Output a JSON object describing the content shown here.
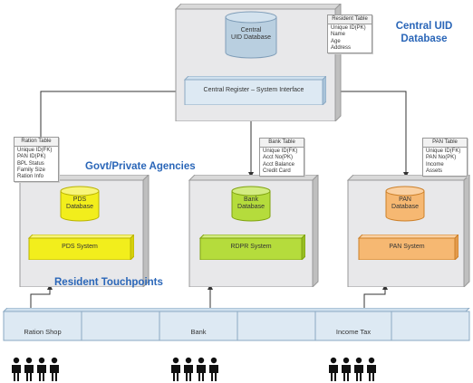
{
  "central": {
    "title": "Central UID\nDatabase",
    "db_label": "Central\nUID Database",
    "register_label": "Central Register – System Interface",
    "table": {
      "header": "Resident Table",
      "fields": [
        "Unique ID(PK)",
        "Name",
        "Age",
        "Address"
      ]
    }
  },
  "agencies_title": "Govt/Private Agencies",
  "agencies": [
    {
      "id": "pds",
      "db_label": "PDS\nDatabase",
      "system_label": "PDS System",
      "table": {
        "header": "Ration Table",
        "fields": [
          "Unique ID(FK)",
          "PAN ID(PK)",
          "BPL Status",
          "Family Size",
          "Ration Info"
        ]
      }
    },
    {
      "id": "bank",
      "db_label": "Bank\nDatabase",
      "system_label": "RDPR System",
      "table": {
        "header": "Bank Table",
        "fields": [
          "Unique ID(FK)",
          "Acct No(PK)",
          "Acct Balance",
          "Credit Card"
        ]
      }
    },
    {
      "id": "pan",
      "db_label": "PAN\nDatabase",
      "system_label": "PAN System",
      "table": {
        "header": "PAN Table",
        "fields": [
          "Unique ID(FK)",
          "PAN No(PK)",
          "Income",
          "Assets"
        ]
      }
    }
  ],
  "touchpoints_title": "Resident Touchpoints",
  "touchpoints": [
    "Ration Shop",
    "",
    "Bank",
    "",
    "Income Tax",
    ""
  ],
  "colors": {
    "accent": "#2a66b8",
    "pds": "#f2ee1c",
    "bank": "#b5dc3c",
    "pan": "#f6b872",
    "central": "#cde0ee"
  }
}
